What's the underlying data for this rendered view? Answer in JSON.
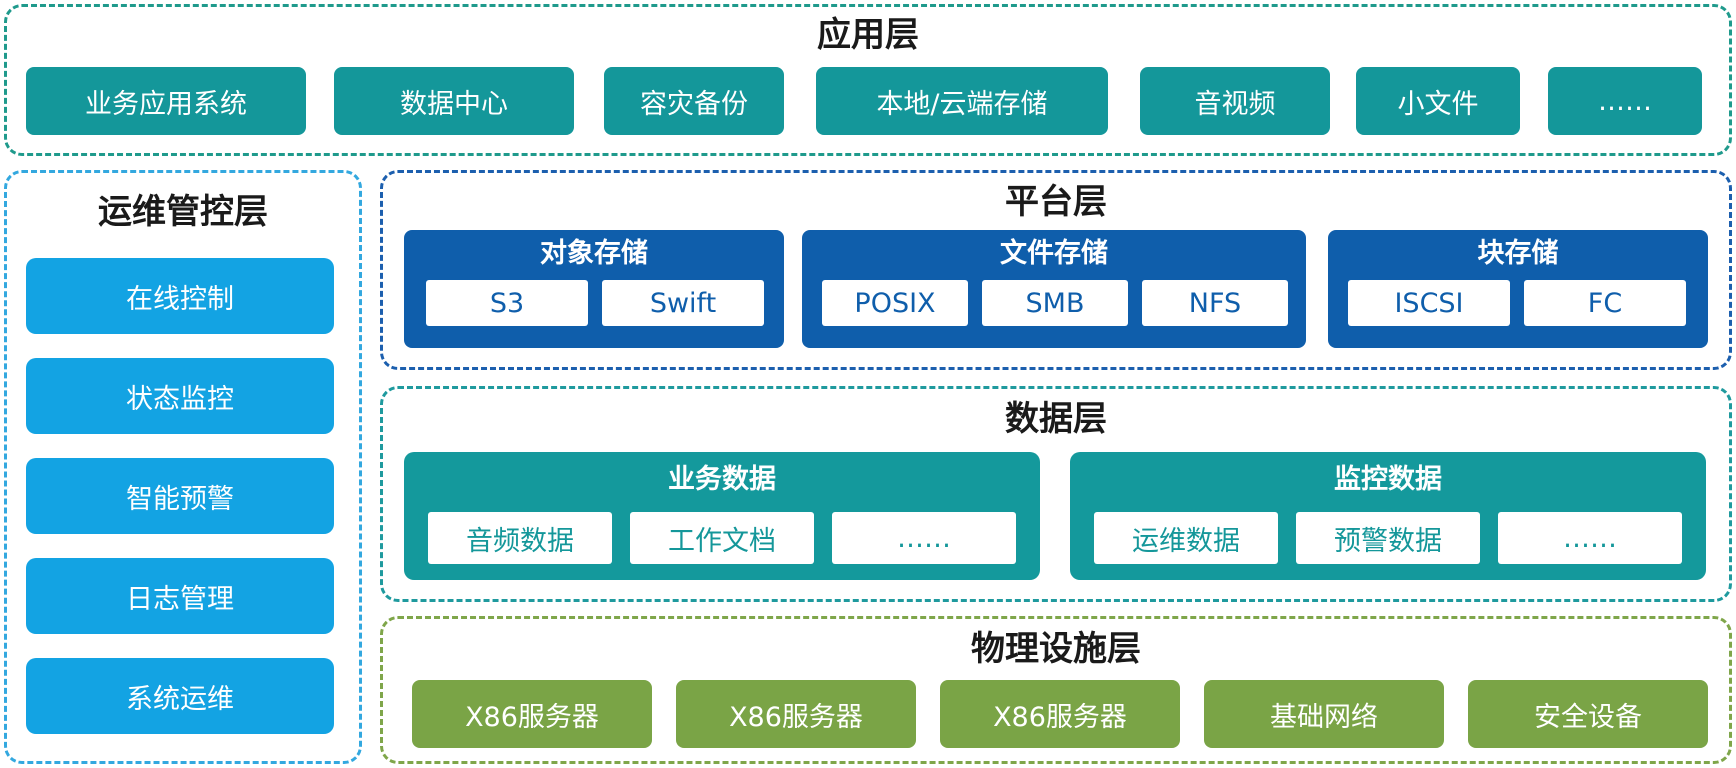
{
  "application_layer": {
    "title": "应用层",
    "items": [
      "业务应用系统",
      "数据中心",
      "容灾备份",
      "本地/云端存储",
      "音视频",
      "小文件",
      "……"
    ]
  },
  "ops_layer": {
    "title": "运维管控层",
    "items": [
      "在线控制",
      "状态监控",
      "智能预警",
      "日志管理",
      "系统运维"
    ]
  },
  "platform_layer": {
    "title": "平台层",
    "groups": [
      {
        "title": "对象存储",
        "items": [
          "S3",
          "Swift"
        ]
      },
      {
        "title": "文件存储",
        "items": [
          "POSIX",
          "SMB",
          "NFS"
        ]
      },
      {
        "title": "块存储",
        "items": [
          "ISCSI",
          "FC"
        ]
      }
    ]
  },
  "data_layer": {
    "title": "数据层",
    "groups": [
      {
        "title": "业务数据",
        "items": [
          "音频数据",
          "工作文档",
          "……"
        ]
      },
      {
        "title": "监控数据",
        "items": [
          "运维数据",
          "预警数据",
          "……"
        ]
      }
    ]
  },
  "physical_layer": {
    "title": "物理设施层",
    "items": [
      "X86服务器",
      "X86服务器",
      "X86服务器",
      "基础网络",
      "安全设备"
    ]
  },
  "colors": {
    "application": "#14979a",
    "ops": "#13a3e3",
    "platform": "#0f5eab",
    "data": "#14999c",
    "physical": "#7aa446"
  }
}
